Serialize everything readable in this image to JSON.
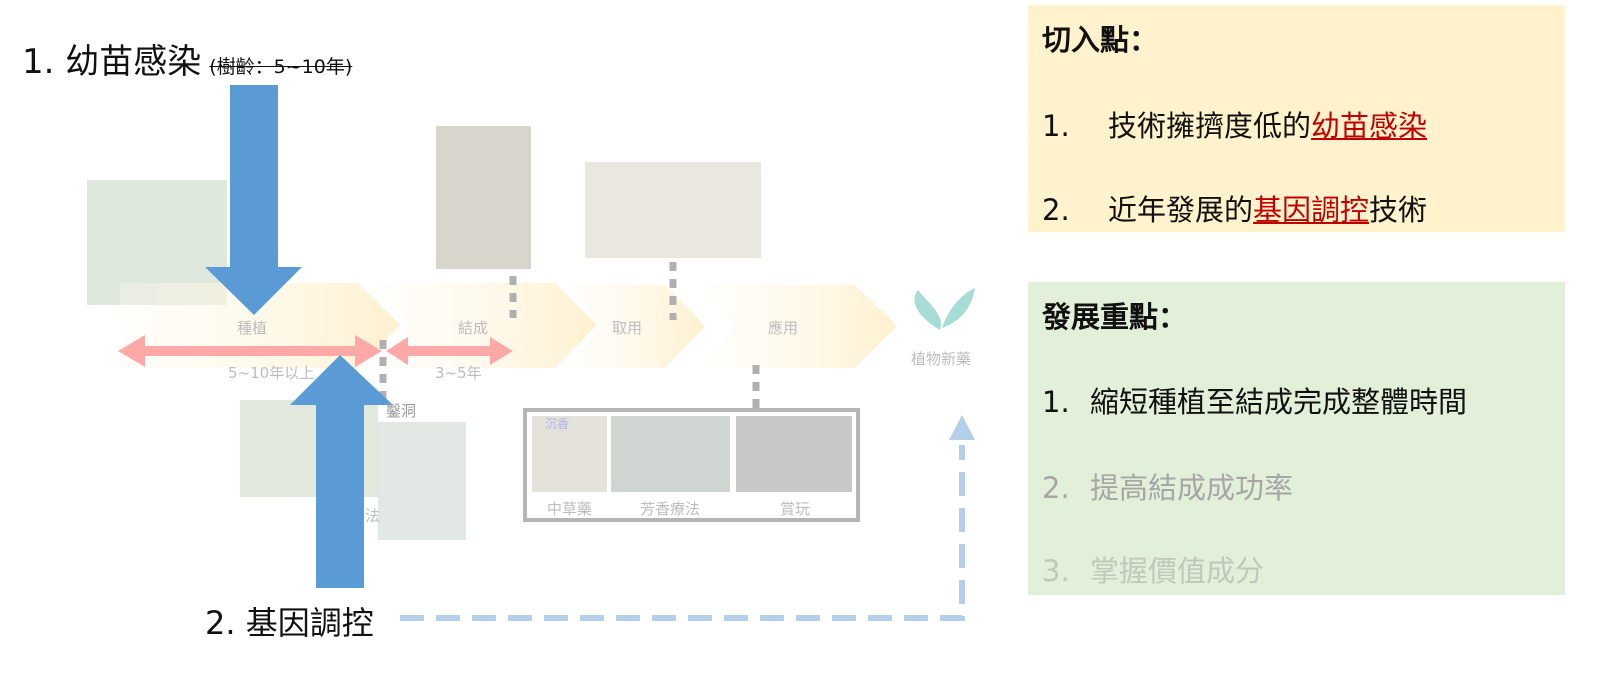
{
  "left": {
    "label1_main": "1. 幼苗感染",
    "label1_struck": "(樹齡：5~10年)",
    "label2": "2. 基因調控",
    "stages": [
      "種植",
      "結成",
      "取用",
      "應用"
    ],
    "result": "植物新藥",
    "durations": [
      "5~10年以上",
      "3~5年"
    ],
    "methods": [
      "鑿洞",
      "法"
    ],
    "uses": [
      "中草藥",
      "芳香療法",
      "賞玩"
    ],
    "photo_caption": "沉香"
  },
  "entry_box": {
    "title": "切入點：",
    "items": [
      {
        "num": "1.",
        "pre": "技術擁擠度低的",
        "hl": "幼苗感染",
        "post": ""
      },
      {
        "num": "2.",
        "pre": "近年發展的",
        "hl": "基因調控",
        "post": "技術"
      }
    ]
  },
  "focus_box": {
    "title": "發展重點：",
    "items": [
      {
        "num": "1.",
        "text": "縮短種植至結成完成整體時間"
      },
      {
        "num": "2.",
        "text": "提高結成成功率"
      },
      {
        "num": "3.",
        "text": "掌握價值成分"
      }
    ]
  },
  "colors": {
    "blue": "#5b9bd5",
    "pink": "#ff9999",
    "yellow_box": "#fff2cc",
    "green_box": "#e2efd9",
    "red": "#c00000"
  }
}
